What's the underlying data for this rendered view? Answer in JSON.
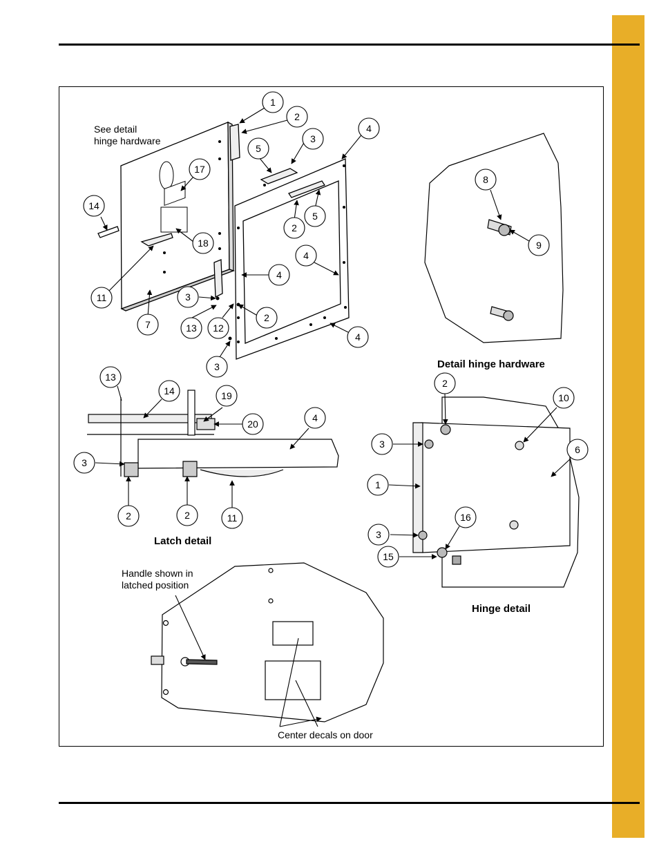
{
  "page": {
    "accent_color": "#e8ae28"
  },
  "headings": {
    "detail_hinge_hardware": "Detail hinge hardware",
    "latch_detail": "Latch detail",
    "hinge_detail": "Hinge detail"
  },
  "notes": {
    "see_detail_line1": "See detail",
    "see_detail_line2": "hinge hardware",
    "handle_line1": "Handle shown in",
    "handle_line2": "latched position",
    "center_decals": "Center decals on door"
  },
  "callouts": {
    "c1": "1",
    "c2": "2",
    "c3": "3",
    "c4": "4",
    "c5": "5",
    "c6": "6",
    "c7": "7",
    "c8": "8",
    "c9": "9",
    "c10": "10",
    "c11": "11",
    "c12": "12",
    "c13": "13",
    "c14": "14",
    "c15": "15",
    "c16": "16",
    "c17": "17",
    "c18": "18",
    "c19": "19",
    "c20": "20"
  }
}
